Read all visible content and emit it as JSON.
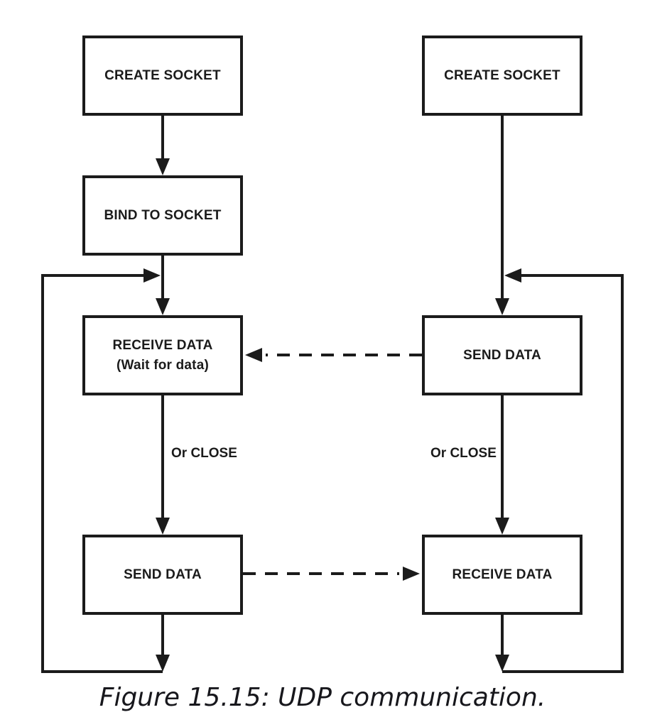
{
  "diagram": {
    "left_column": {
      "box1": "CREATE SOCKET",
      "box2": "BIND TO SOCKET",
      "box3_line1": "RECEIVE DATA",
      "box3_line2": "(Wait for data)",
      "box4": "SEND DATA",
      "or_close": "Or CLOSE"
    },
    "right_column": {
      "box1": "CREATE SOCKET",
      "box2": "SEND DATA",
      "box3": "RECEIVE DATA",
      "or_close": "Or CLOSE"
    },
    "caption": "Figure 15.15: UDP communication.",
    "colors": {
      "line": "#1b1b1b",
      "text": "#1b1b1b",
      "background": "#ffffff"
    }
  }
}
